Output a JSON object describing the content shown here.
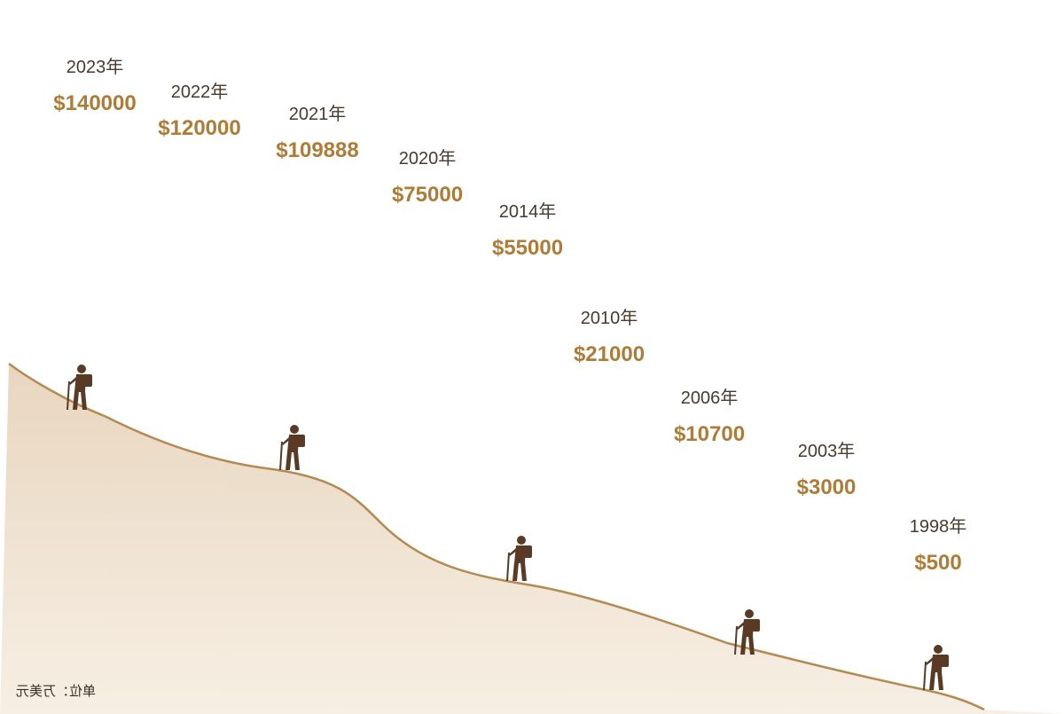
{
  "chart_data": {
    "type": "line",
    "title": "",
    "xlabel": "",
    "ylabel": "",
    "unit_note": "单位：万美元",
    "x": [
      "1998年",
      "2003年",
      "2006年",
      "2010年",
      "2014年",
      "2020年",
      "2021年",
      "2022年",
      "2023年"
    ],
    "values": [
      500,
      3000,
      10700,
      21000,
      55000,
      75000,
      109888,
      120000,
      140000
    ],
    "value_labels": [
      "$500",
      "$3000",
      "$10700",
      "$21000",
      "$55000",
      "$75000",
      "$109888",
      "$120000",
      "$140000"
    ],
    "ylim": [
      0,
      140000
    ],
    "grid": false,
    "legend": "none",
    "mirrored": true
  },
  "colors": {
    "accent": "#b07b35",
    "text": "#4a3a2c",
    "hill_fill": "#ecdcc8",
    "hill_line": "#b58a52",
    "hikers": "#5a3a25"
  },
  "icons": {
    "hiker": "hiker-icon"
  }
}
